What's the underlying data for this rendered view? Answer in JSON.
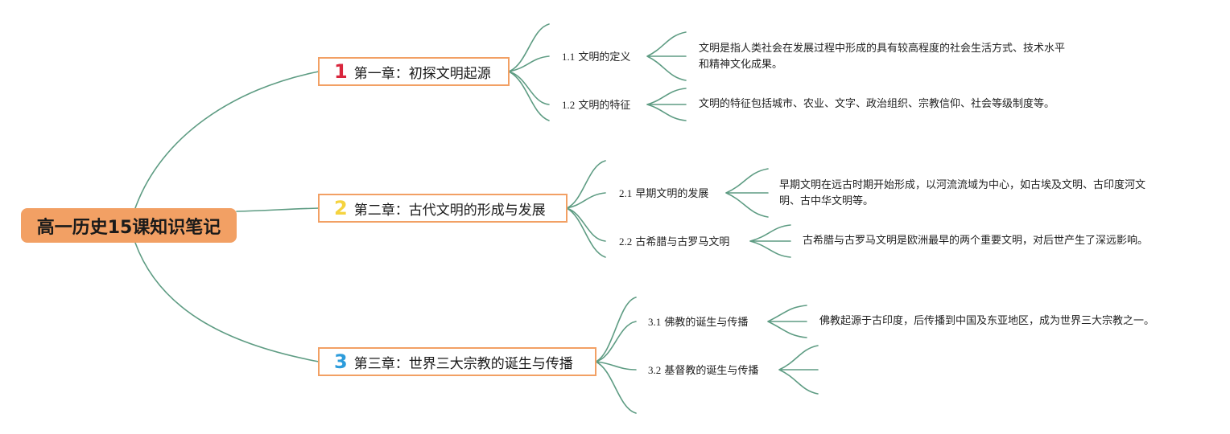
{
  "colors": {
    "root_fill": "#F2A064",
    "chapter_border": "#F2A064",
    "connector": "#5E9C83",
    "num_1": "#D9263D",
    "num_2": "#F5D33F",
    "num_3": "#2D9CDB"
  },
  "root": {
    "title": "高一历史15课知识笔记"
  },
  "chapters": [
    {
      "num": "1",
      "title": "第一章：初探文明起源",
      "topics": [
        {
          "code": "1.1",
          "title": "文明的定义",
          "detail_lines": [
            "文明是指人类社会在发展过程中形成的具有较高程度的社会生活方式、技术水平",
            "和精神文化成果。"
          ]
        },
        {
          "code": "1.2",
          "title": "文明的特征",
          "detail_lines": [
            "文明的特征包括城市、农业、文字、政治组织、宗教信仰、社会等级制度等。"
          ]
        }
      ]
    },
    {
      "num": "2",
      "title": "第二章：古代文明的形成与发展",
      "topics": [
        {
          "code": "2.1",
          "title": "早期文明的发展",
          "detail_lines": [
            "早期文明在远古时期开始形成，以河流流域为中心，如古埃及文明、古印度河文",
            "明、古中华文明等。"
          ]
        },
        {
          "code": "2.2",
          "title": "古希腊与古罗马文明",
          "detail_lines": [
            "古希腊与古罗马文明是欧洲最早的两个重要文明，对后世产生了深远影响。"
          ]
        }
      ]
    },
    {
      "num": "3",
      "title": "第三章：世界三大宗教的诞生与传播",
      "topics": [
        {
          "code": "3.1",
          "title": "佛教的诞生与传播",
          "detail_lines": [
            "佛教起源于古印度，后传播到中国及东亚地区，成为世界三大宗教之一。"
          ]
        },
        {
          "code": "3.2",
          "title": "基督教的诞生与传播",
          "detail_lines": []
        }
      ]
    }
  ]
}
